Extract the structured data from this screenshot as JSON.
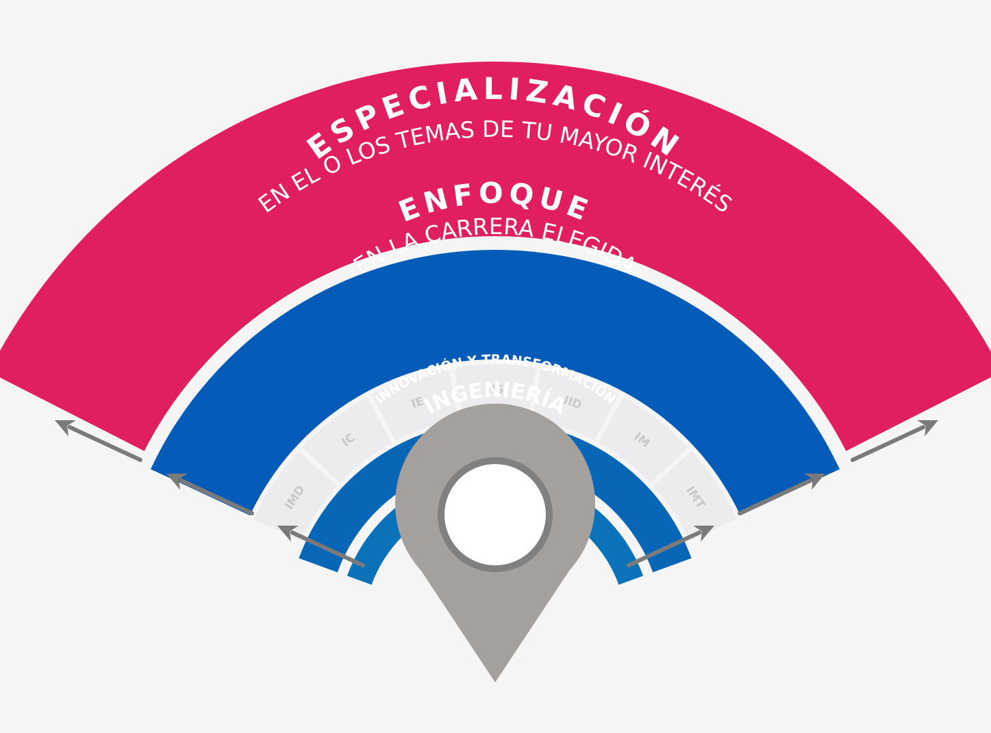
{
  "colors": {
    "background": "#f5f5f6",
    "especializacion": "#e11e5f",
    "enfoque": "#045bb8",
    "segments": "#ececee",
    "innovacion": "#0866b6",
    "ingenieria": "#0a72b9",
    "pin": "#a3a09e",
    "pin_ring": "#808080",
    "arrows": "#7a7a7a"
  },
  "rings": {
    "especializacion": {
      "title": "ESPECIALIZACIÓN",
      "subtitle": "EN EL O LOS TEMAS DE TU MAYOR INTERÉS"
    },
    "enfoque": {
      "title": "ENFOQUE",
      "subtitle": "EN LA CARRERA ELEGIDA"
    },
    "innovacion": {
      "title": "INNOVACIÓN Y TRANSFORMACIÓN"
    },
    "ingenieria": {
      "title": "INGENIERÍA"
    }
  },
  "careers": [
    "IMD",
    "IC",
    "IE",
    "IIS",
    "IID",
    "IM",
    "IMT"
  ],
  "icons": {
    "pin": "location-pin-icon",
    "arrow_left": "arrow-up-left-icon",
    "arrow_right": "arrow-up-right-icon"
  }
}
